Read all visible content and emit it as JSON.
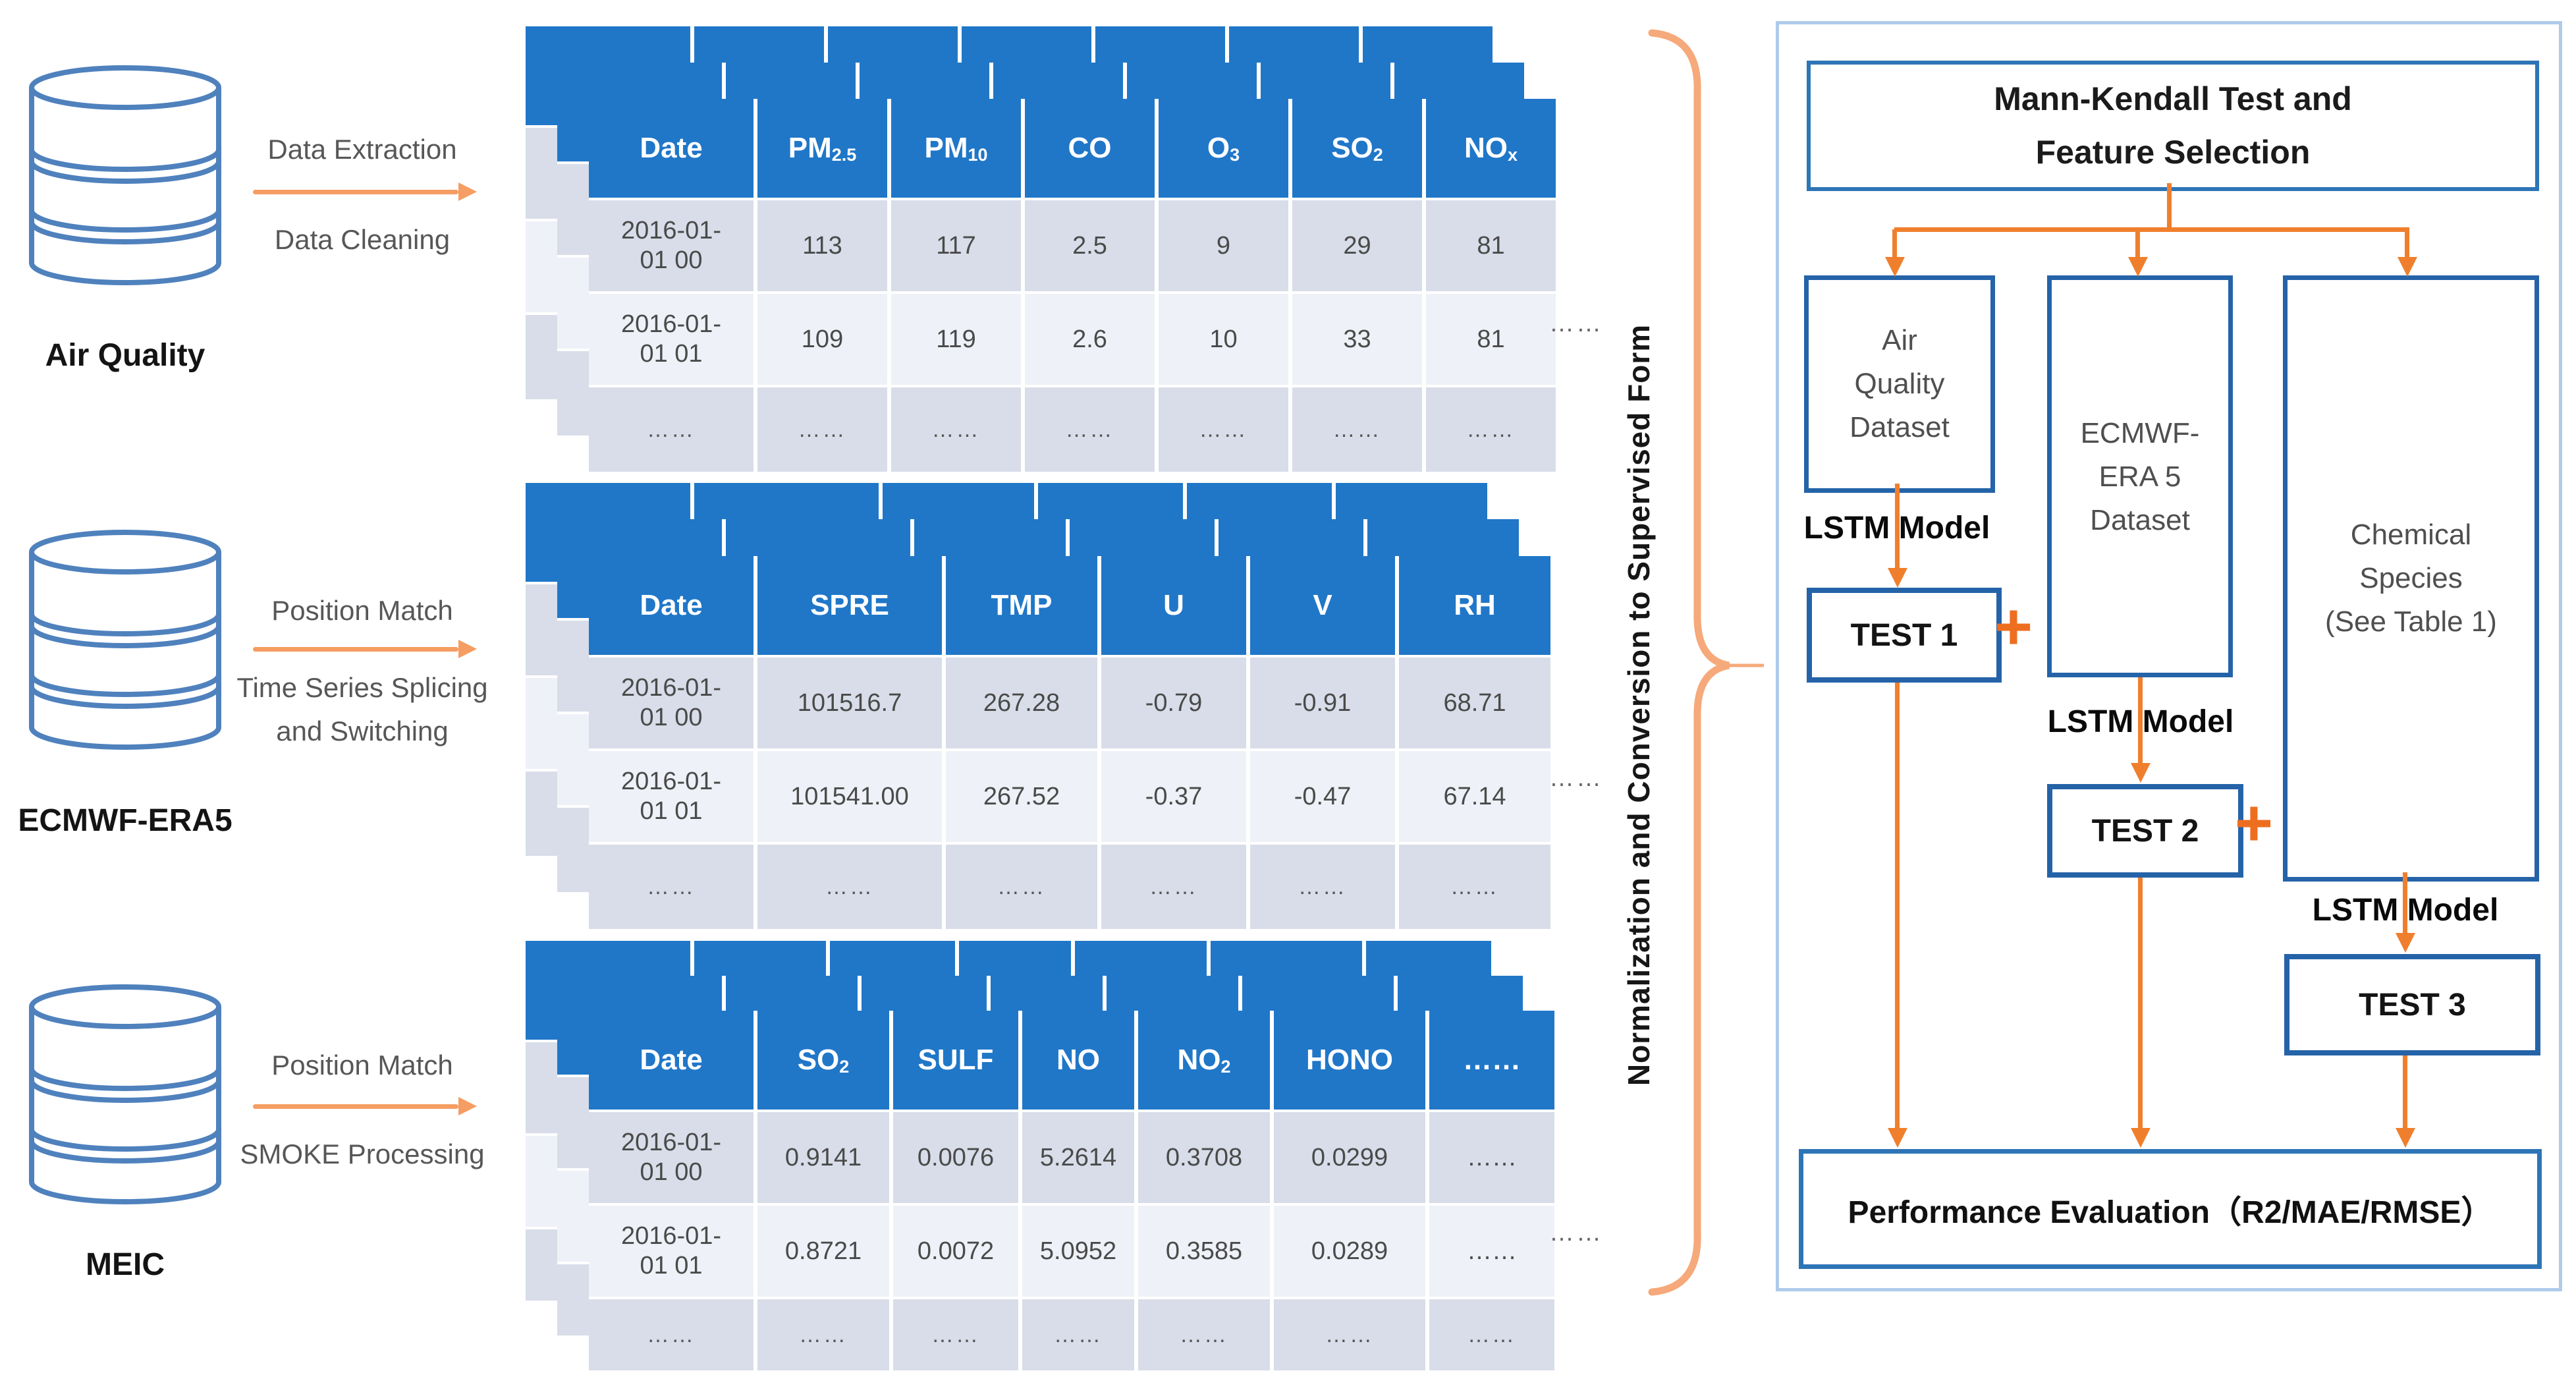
{
  "colors": {
    "header_blue": "#2077C8",
    "row_dark": "#D8DDE9",
    "row_light": "#EEF1F7",
    "arrow_orange": "#F07F2D",
    "soft_orange": "#F59D62",
    "brace_orange": "#F6A97A",
    "plus_orange": "#EE6E1F",
    "box_border": "#2563A8",
    "mk_border": "#2E75B6",
    "panel_border": "#AFCBEA",
    "db_blue": "#4F81BD",
    "text_gray": "#575757"
  },
  "sources": [
    {
      "label": "Air Quality",
      "step_top": "Data Extraction",
      "step_bottom": "Data Cleaning"
    },
    {
      "label": "ECMWF-ERA5",
      "step_top": "Position Match",
      "step_bottom_l1": "Time Series Splicing",
      "step_bottom_l2": "and  Switching"
    },
    {
      "label": "MEIC",
      "step_top": "Position Match",
      "step_bottom": "SMOKE Processing"
    }
  ],
  "tables": [
    {
      "headers": [
        {
          "b": "Date"
        },
        {
          "b": "PM",
          "s": "2.5"
        },
        {
          "b": "PM",
          "s": "10"
        },
        {
          "b": "CO"
        },
        {
          "b": "O",
          "s": "3"
        },
        {
          "b": "SO",
          "s": "2"
        },
        {
          "b": "NO",
          "s": "x"
        }
      ],
      "rows": [
        {
          "date": [
            "2016-01-",
            "01 00"
          ],
          "values": [
            "113",
            "117",
            "2.5",
            "9",
            "29",
            "81"
          ]
        },
        {
          "date": [
            "2016-01-",
            "01 01"
          ],
          "values": [
            "109",
            "119",
            "2.6",
            "10",
            "33",
            "81"
          ]
        }
      ],
      "ellipsis": "……",
      "side_ellipsis": "……"
    },
    {
      "headers": [
        {
          "b": "Date"
        },
        {
          "b": "SPRE"
        },
        {
          "b": "TMP"
        },
        {
          "b": "U"
        },
        {
          "b": "V"
        },
        {
          "b": "RH"
        }
      ],
      "rows": [
        {
          "date": [
            "2016-01-",
            "01 00"
          ],
          "values": [
            "101516.7",
            "267.28",
            "-0.79",
            "-0.91",
            "68.71"
          ]
        },
        {
          "date": [
            "2016-01-",
            "01 01"
          ],
          "values": [
            "101541.00",
            "267.52",
            "-0.37",
            "-0.47",
            "67.14"
          ]
        }
      ],
      "ellipsis": "……",
      "side_ellipsis": "……"
    },
    {
      "headers": [
        {
          "b": "Date"
        },
        {
          "b": "SO",
          "s": "2"
        },
        {
          "b": "SULF"
        },
        {
          "b": "NO"
        },
        {
          "b": "NO",
          "s": "2"
        },
        {
          "b": "HONO"
        },
        {
          "b": "……"
        }
      ],
      "rows": [
        {
          "date": [
            "2016-01-",
            "01 00"
          ],
          "values": [
            "0.9141",
            "0.0076",
            "5.2614",
            "0.3708",
            "0.0299",
            "……"
          ]
        },
        {
          "date": [
            "2016-01-",
            "01 01"
          ],
          "values": [
            "0.8721",
            "0.0072",
            "5.0952",
            "0.3585",
            "0.0289",
            "……"
          ]
        }
      ],
      "ellipsis": "……",
      "side_ellipsis": "……"
    }
  ],
  "middle": {
    "rotated_label": "Normalization and  Conversion to Supervised Form"
  },
  "flow": {
    "top_box": [
      "Mann-Kendall Test and",
      "Feature Selection"
    ],
    "datasets": [
      [
        "Air",
        "Quality",
        "Dataset"
      ],
      [
        "ECMWF-",
        "ERA 5",
        "Dataset"
      ],
      [
        "Chemical",
        "Species",
        "(See Table 1)"
      ]
    ],
    "lstm": "LSTM Model",
    "tests": [
      "TEST 1",
      "TEST 2",
      "TEST 3"
    ],
    "plus": "+",
    "evaluation": "Performance Evaluation（R2/MAE/RMSE）"
  }
}
